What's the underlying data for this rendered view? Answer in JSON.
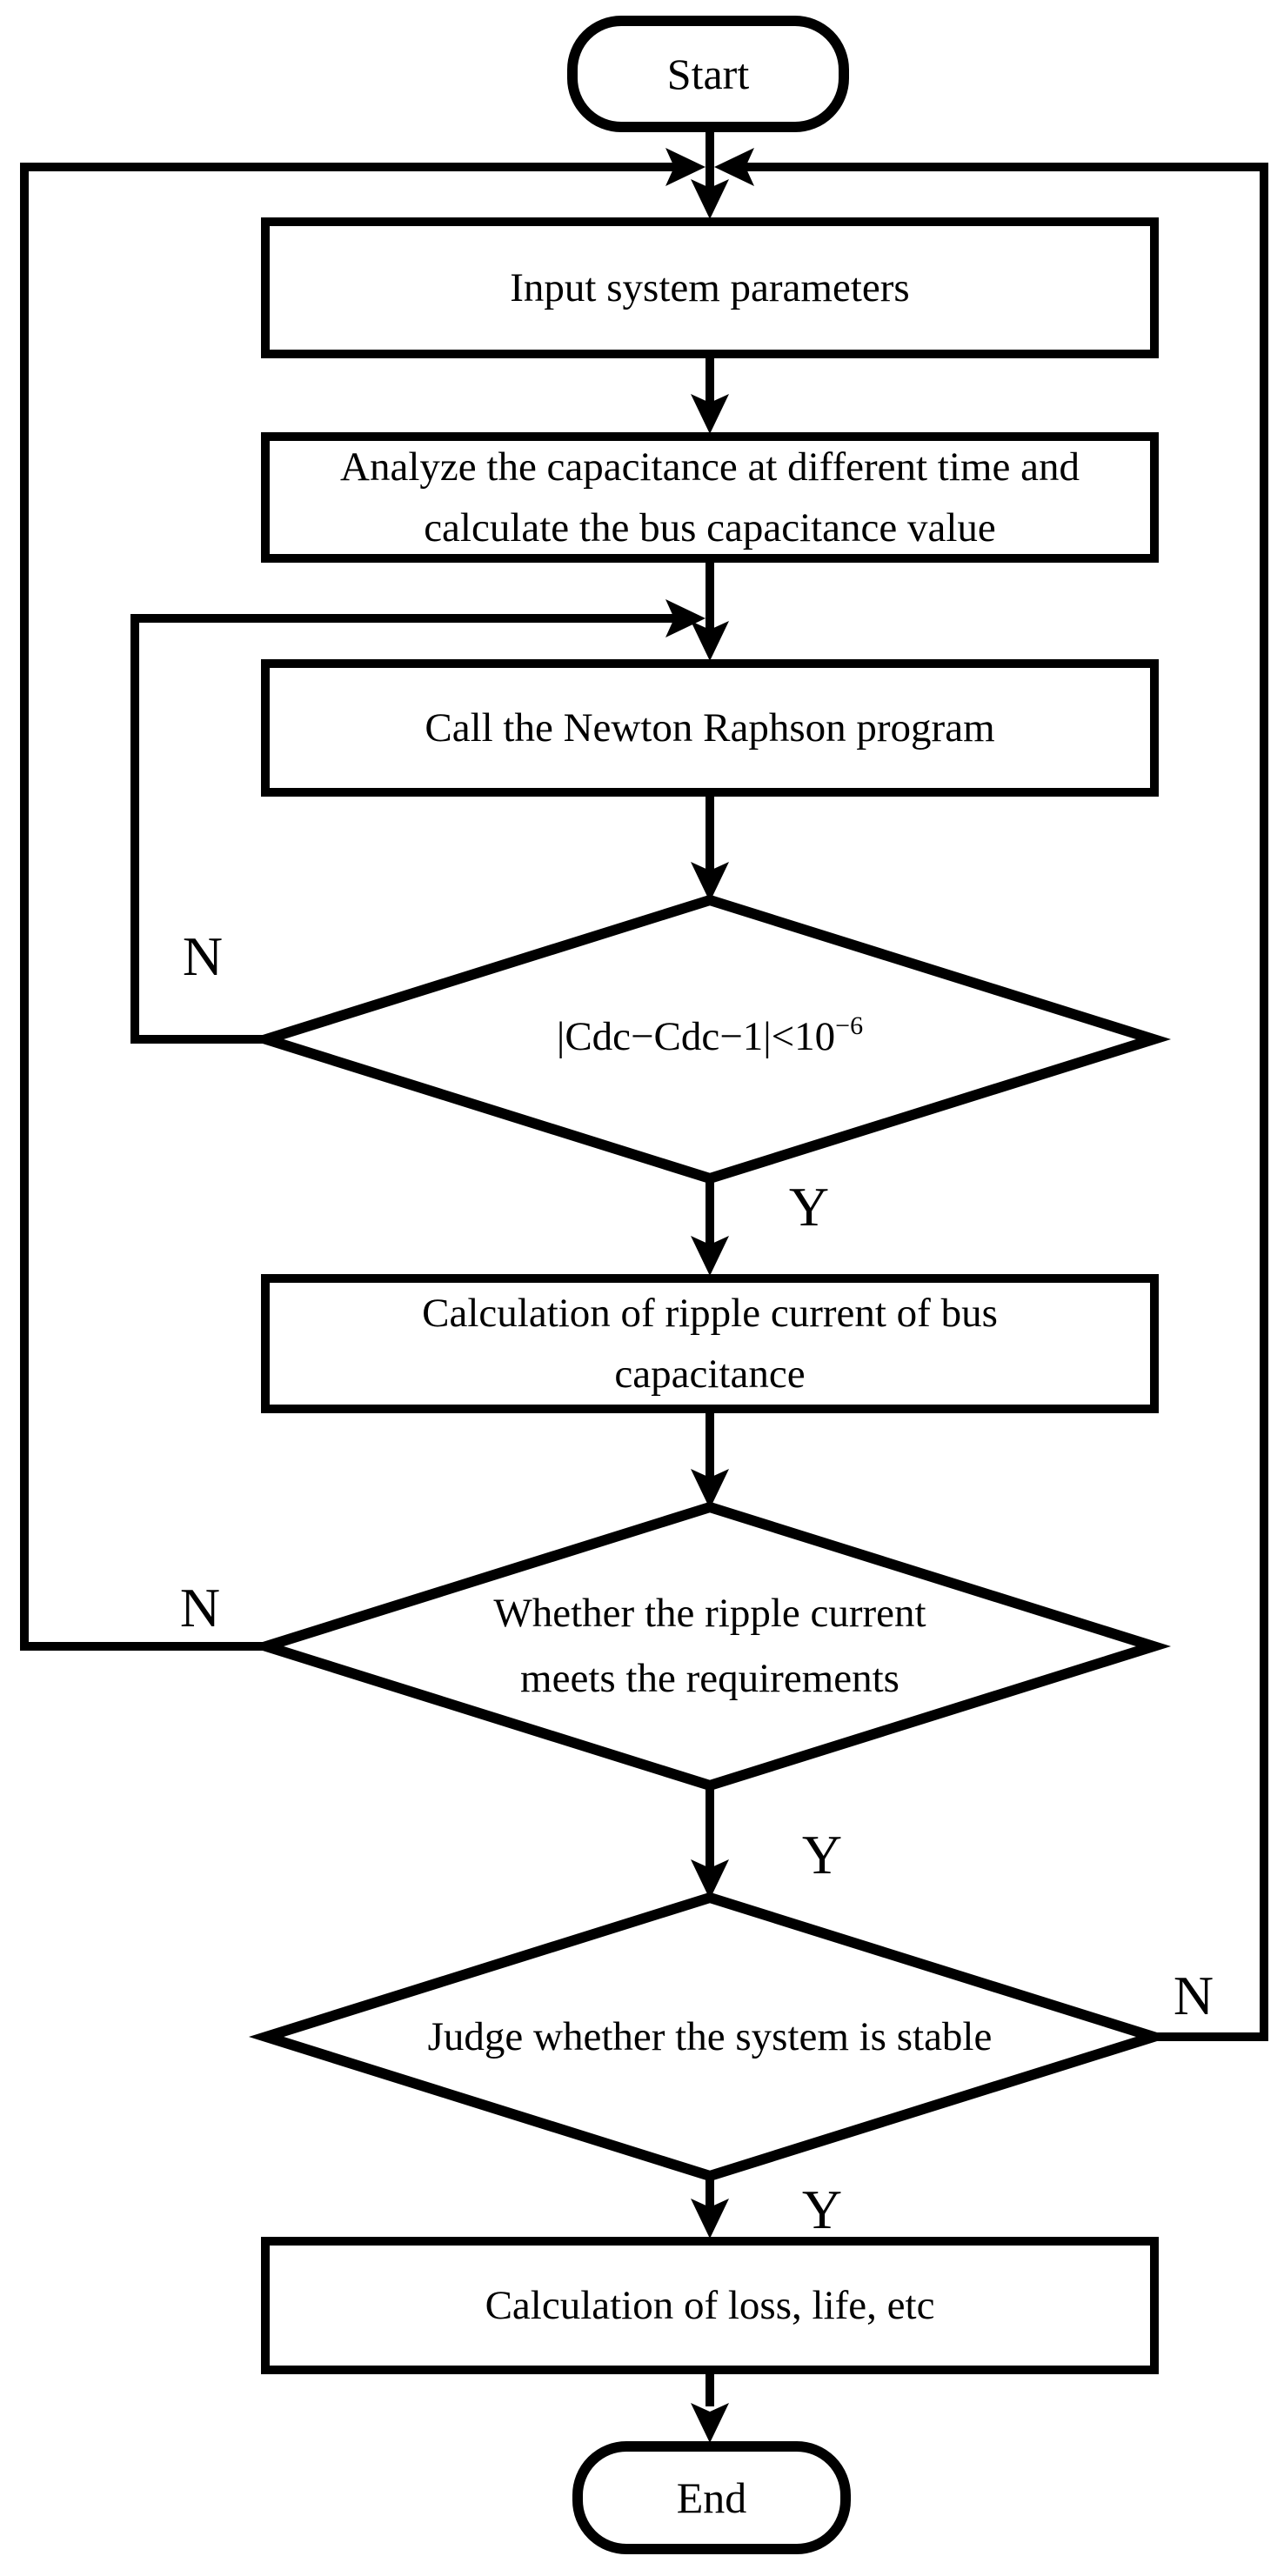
{
  "flowchart": {
    "nodes": {
      "start": {
        "label": "Start",
        "type": "terminator"
      },
      "input_params": {
        "label": "Input system parameters",
        "type": "process"
      },
      "analyze_capacitance": {
        "type": "process",
        "lines": [
          "Analyze the capacitance at different time and",
          "calculate the bus capacitance value"
        ]
      },
      "newton_raphson": {
        "label": "Call the Newton Raphson program",
        "type": "process"
      },
      "cdc_convergence": {
        "type": "decision",
        "expression_base": "|Cdc−Cdc−1|<10",
        "expression_exponent": "−6"
      },
      "ripple_calc": {
        "type": "process",
        "lines": [
          "Calculation of ripple current of bus",
          "capacitance"
        ]
      },
      "ripple_check": {
        "type": "decision",
        "lines": [
          "Whether the ripple current",
          "meets the requirements"
        ]
      },
      "stability_check": {
        "label": "Judge whether the system is stable",
        "type": "decision"
      },
      "loss_calc": {
        "label": "Calculation of loss, life, etc",
        "type": "process"
      },
      "end": {
        "label": "End",
        "type": "terminator"
      }
    },
    "edge_labels": {
      "cdc_no": "N",
      "cdc_yes": "Y",
      "ripple_no": "N",
      "ripple_yes": "Y",
      "stable_no": "N",
      "stable_yes": "Y"
    },
    "colors": {
      "line": "#000000",
      "shape_fill": "#ffffff"
    }
  }
}
